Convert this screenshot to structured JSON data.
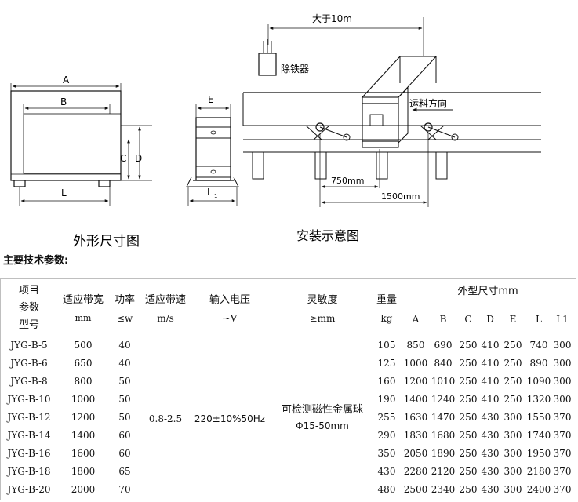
{
  "drawing": {
    "outline": {
      "label_a": "A",
      "label_b": "B",
      "label_c": "C",
      "label_d": "D",
      "label_l": "L",
      "label_e": "E",
      "label_l1": "L",
      "label_l1_sub": "1",
      "caption": "外形尺寸图"
    },
    "install": {
      "label_distance": "大于10m",
      "label_remover": "除铁器",
      "label_direction": "运料方向",
      "label_750": "750mm",
      "label_1500": "1500mm",
      "caption": "安装示意图"
    }
  },
  "heading": "主要技术参数:",
  "table": {
    "headers": {
      "item": [
        "项目",
        "参数",
        "型号"
      ],
      "belt_width": [
        "适应带宽",
        "mm"
      ],
      "power": [
        "功率",
        "≤w"
      ],
      "belt_speed": [
        "适应带速",
        "m/s"
      ],
      "voltage": [
        "输入电压",
        "~V"
      ],
      "sensitivity": [
        "灵敏度",
        "≥mm"
      ],
      "weight": [
        "重量",
        "kg"
      ],
      "dims_title": "外型尺寸mm",
      "dims": [
        "A",
        "B",
        "C",
        "D",
        "E",
        "L",
        "L1"
      ]
    },
    "shared": {
      "speed": "0.8-2.5",
      "voltage": "220±10%50Hz",
      "sensitivity_line1": "可检测磁性金属球",
      "sensitivity_line2": "Φ15-50mm"
    },
    "rows": [
      [
        "JYG-B-5",
        "500",
        "40",
        "105",
        "850",
        "690",
        "250",
        "410",
        "250",
        "740",
        "300"
      ],
      [
        "JYG-B-6",
        "650",
        "40",
        "125",
        "1000",
        "840",
        "250",
        "410",
        "250",
        "890",
        "300"
      ],
      [
        "JYG-B-8",
        "800",
        "50",
        "160",
        "1200",
        "1010",
        "250",
        "410",
        "250",
        "1090",
        "300"
      ],
      [
        "JYG-B-10",
        "1000",
        "50",
        "190",
        "1400",
        "1240",
        "250",
        "410",
        "250",
        "1320",
        "300"
      ],
      [
        "JYG-B-12",
        "1200",
        "50",
        "255",
        "1630",
        "1470",
        "250",
        "430",
        "300",
        "1550",
        "370"
      ],
      [
        "JYG-B-14",
        "1400",
        "60",
        "290",
        "1830",
        "1680",
        "250",
        "430",
        "300",
        "1740",
        "370"
      ],
      [
        "JYG-B-16",
        "1600",
        "60",
        "350",
        "2050",
        "1890",
        "250",
        "430",
        "300",
        "1950",
        "370"
      ],
      [
        "JYG-B-18",
        "1800",
        "65",
        "430",
        "2280",
        "2120",
        "250",
        "430",
        "300",
        "2180",
        "370"
      ],
      [
        "JYG-B-20",
        "2000",
        "70",
        "480",
        "2500",
        "2340",
        "250",
        "430",
        "300",
        "2400",
        "370"
      ]
    ]
  }
}
